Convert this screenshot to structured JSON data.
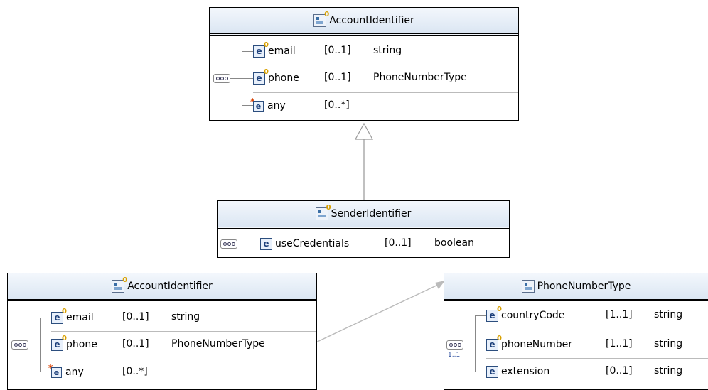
{
  "diagram": {
    "top_box": {
      "title": "AccountIdentifier",
      "rows": [
        {
          "name": "email",
          "card": "[0..1]",
          "type": "string"
        },
        {
          "name": "phone",
          "card": "[0..1]",
          "type": "PhoneNumberType"
        },
        {
          "name": "any",
          "card": "[0..*]",
          "type": ""
        }
      ]
    },
    "sender_box": {
      "title": "SenderIdentifier",
      "rows": [
        {
          "name": "useCredentials",
          "card": "[0..1]",
          "type": "boolean"
        }
      ]
    },
    "bottom_left_box": {
      "title": "AccountIdentifier",
      "rows": [
        {
          "name": "email",
          "card": "[0..1]",
          "type": "string"
        },
        {
          "name": "phone",
          "card": "[0..1]",
          "type": "PhoneNumberType"
        },
        {
          "name": "any",
          "card": "[0..*]",
          "type": ""
        }
      ]
    },
    "phone_box": {
      "title": "PhoneNumberType",
      "occurrence": "1..1",
      "rows": [
        {
          "name": "countryCode",
          "card": "[1..1]",
          "type": "string"
        },
        {
          "name": "phoneNumber",
          "card": "[1..1]",
          "type": "string"
        },
        {
          "name": "extension",
          "card": "[0..1]",
          "type": "string"
        }
      ]
    }
  }
}
